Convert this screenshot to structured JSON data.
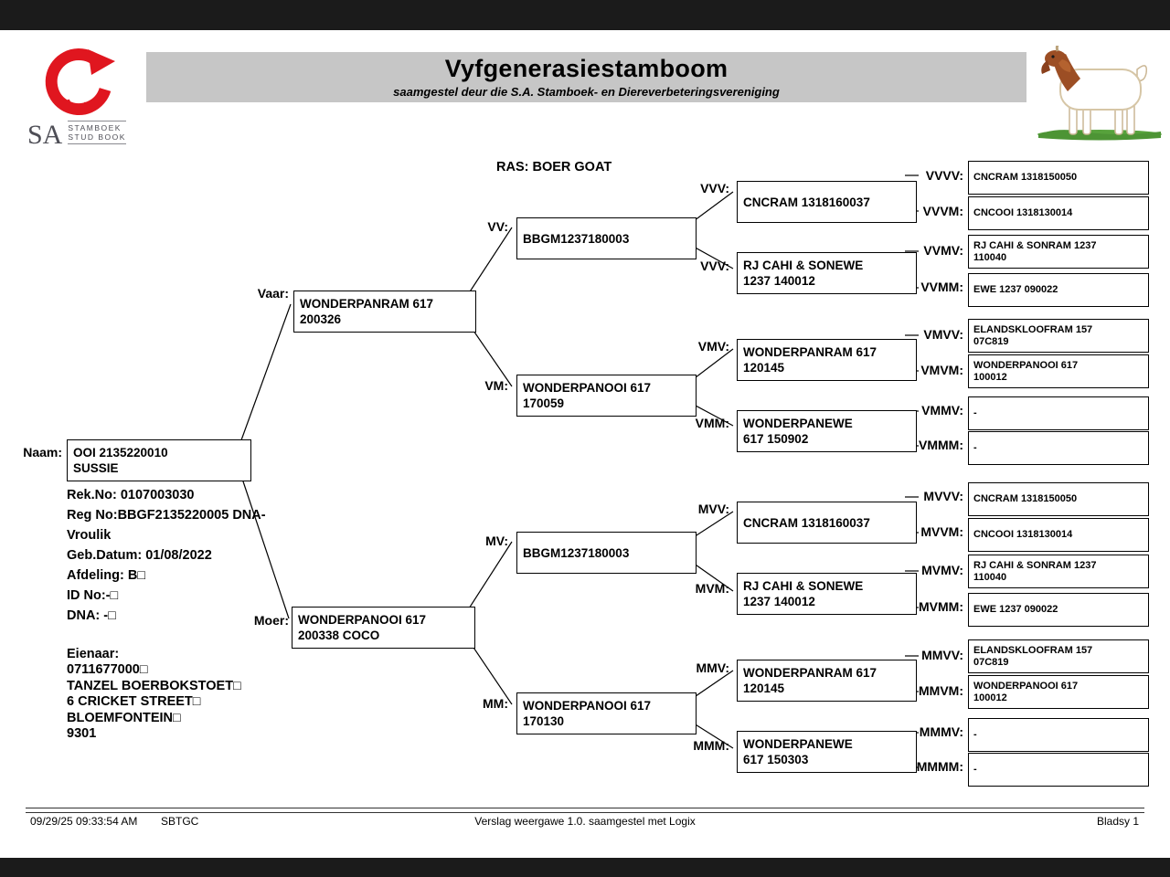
{
  "header": {
    "title": "Vyfgenerasiestamboom",
    "subtitle": "saamgestel deur die S.A. Stamboek- en Diereverbeteringsvereniging"
  },
  "logo": {
    "sa": "SA",
    "stamboek": "STAMBOEK",
    "studbook": "STUD BOOK"
  },
  "colors": {
    "logo_red": "#e0161f",
    "header_gray": "#c6c6c6",
    "grass_green": "#4d9435"
  },
  "ras": "RAS: BOER GOAT",
  "subject": {
    "label": "Naam:",
    "name": "OOI 2135220010\nSUSSIE"
  },
  "details_top": [
    "Rek.No: 0107003030",
    "Reg No:BBGF2135220005 DNA-",
    "Vroulik",
    "Geb.Datum: 01/08/2022",
    "Afdeling: B□",
    "ID No:-□",
    "DNA: -□"
  ],
  "details_owner": [
    "Eienaar:",
    "0711677000□",
    "TANZEL BOERBOKSTOET□",
    "6 CRICKET STREET□",
    "BLOEMFONTEIN□",
    "9301"
  ],
  "gen2": [
    {
      "label": "Vaar:",
      "name": "WONDERPANRAM 617\n200326"
    },
    {
      "label": "Moer:",
      "name": "WONDERPANOOI 617\n200338 COCO"
    }
  ],
  "gen3": [
    {
      "label": "VV:",
      "name": "BBGM1237180003"
    },
    {
      "label": "VM:",
      "name": "WONDERPANOOI 617\n170059"
    },
    {
      "label": "MV:",
      "name": "BBGM1237180003"
    },
    {
      "label": "MM:",
      "name": "WONDERPANOOI 617\n170130"
    }
  ],
  "gen4": [
    {
      "label": "VVV:",
      "name": "CNCRAM 1318160037"
    },
    {
      "label": "VVV:",
      "name": "RJ CAHI & SONEWE\n1237 140012"
    },
    {
      "label": "VMV:",
      "name": "WONDERPANRAM 617\n120145"
    },
    {
      "label": "VMM:",
      "name": "WONDERPANEWE\n617 150902"
    },
    {
      "label": "MVV:",
      "name": "CNCRAM 1318160037"
    },
    {
      "label": "MVM:",
      "name": "RJ CAHI & SONEWE\n1237 140012"
    },
    {
      "label": "MMV:",
      "name": "WONDERPANRAM 617\n120145"
    },
    {
      "label": "MMM:",
      "name": "WONDERPANEWE\n617 150303"
    }
  ],
  "gen5": [
    {
      "label": "VVVV:",
      "name": "CNCRAM 1318150050"
    },
    {
      "label": "VVVM:",
      "name": "CNCOOI 1318130014"
    },
    {
      "label": "VVMV:",
      "name": "RJ CAHI & SONRAM 1237\n110040"
    },
    {
      "label": "VVMM:",
      "name": "EWE 1237 090022"
    },
    {
      "label": "VMVV:",
      "name": "ELANDSKLOOFRAM 157\n07C819"
    },
    {
      "label": "VMVM:",
      "name": "WONDERPANOOI 617\n100012"
    },
    {
      "label": "VMMV:",
      "name": "-"
    },
    {
      "label": "VMMM:",
      "name": "-"
    },
    {
      "label": "MVVV:",
      "name": "CNCRAM 1318150050"
    },
    {
      "label": "MVVM:",
      "name": "CNCOOI 1318130014"
    },
    {
      "label": "MVMV:",
      "name": "RJ CAHI & SONRAM 1237\n110040"
    },
    {
      "label": "MVMM:",
      "name": "EWE 1237 090022"
    },
    {
      "label": "MMVV:",
      "name": "ELANDSKLOOFRAM 157\n07C819"
    },
    {
      "label": "MMVM:",
      "name": "WONDERPANOOI 617\n100012"
    },
    {
      "label": "MMMV:",
      "name": "-"
    },
    {
      "label": "MMMM:",
      "name": "-"
    }
  ],
  "footer": {
    "datetime": "09/29/25 09:33:54 AM",
    "code": "SBTGC",
    "center": "Verslag weergawe 1.0. saamgestel met Logix",
    "page": "Bladsy 1"
  }
}
